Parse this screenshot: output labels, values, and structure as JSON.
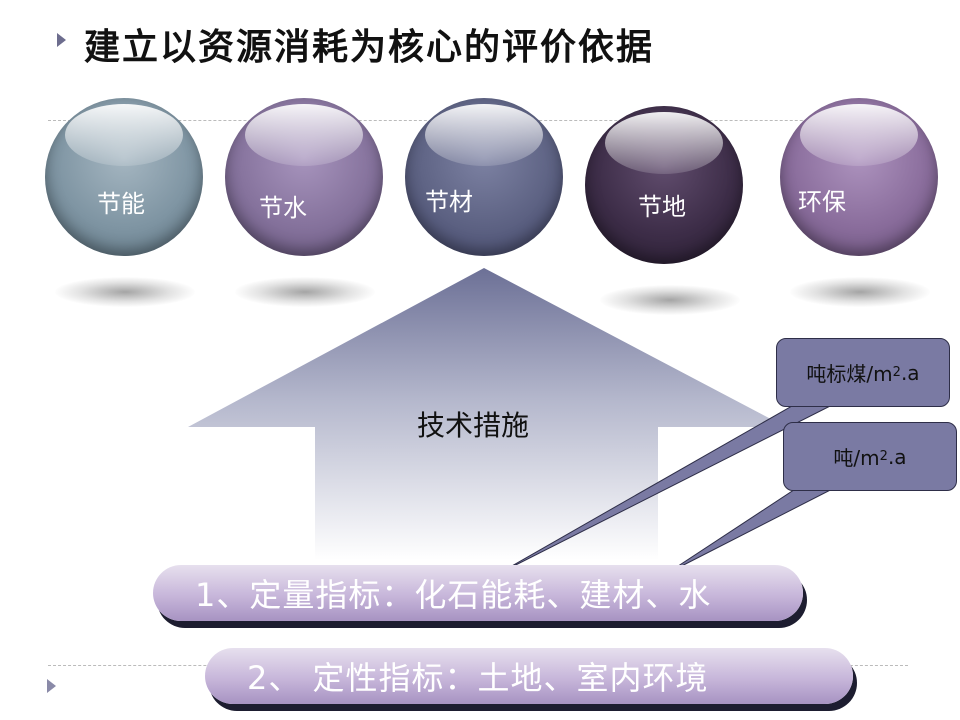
{
  "title": "建立以资源消耗为核心的评价依据",
  "spheres": [
    {
      "label": "节能",
      "color": "#7f95a3"
    },
    {
      "label": "节水",
      "color": "#85729c"
    },
    {
      "label": "节材",
      "color": "#5d6283"
    },
    {
      "label": "节地",
      "color": "#3d2d48"
    },
    {
      "label": "环保",
      "color": "#8a6d9c"
    }
  ],
  "arrow": {
    "label": "技术措施"
  },
  "callouts": [
    {
      "text": "吨标煤/m",
      "sup": "2",
      "suffix": ".a"
    },
    {
      "text": "吨/m",
      "sup": "2",
      "suffix": ".a"
    }
  ],
  "pills": [
    {
      "text": "1、定量指标：化石能耗、建材、水"
    },
    {
      "text": "2、 定性指标：土地、室内环境"
    }
  ]
}
